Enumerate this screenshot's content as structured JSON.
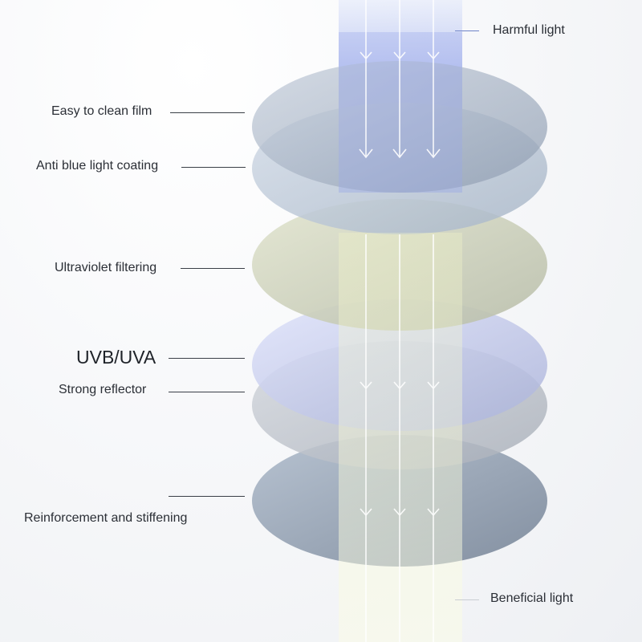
{
  "labels": {
    "harmful_light": "Harmful light",
    "easy_clean_film": "Easy to clean film",
    "anti_blue_coating": "Anti blue light coating",
    "uv_filtering": "Ultraviolet filtering",
    "uvb_uva": "UVB/UVA",
    "strong_reflector": "Strong reflector",
    "reinforcement": "Reinforcement and stiffening",
    "beneficial_light": "Beneficial light"
  },
  "colors": {
    "harmful_beam": "#8b9ee8",
    "beneficial_beam": "#f3f6c8",
    "easy_clean_layer": "#a9b6c8",
    "anti_blue_layer": "#bccbdc",
    "uv_layer": "#d7dcc6",
    "uvb_layer": "#c1c9ef",
    "reflector_layer": "#c7ccd3",
    "reinforcement_layer": "#95a3b4",
    "leader_line": "#3a3f47"
  }
}
